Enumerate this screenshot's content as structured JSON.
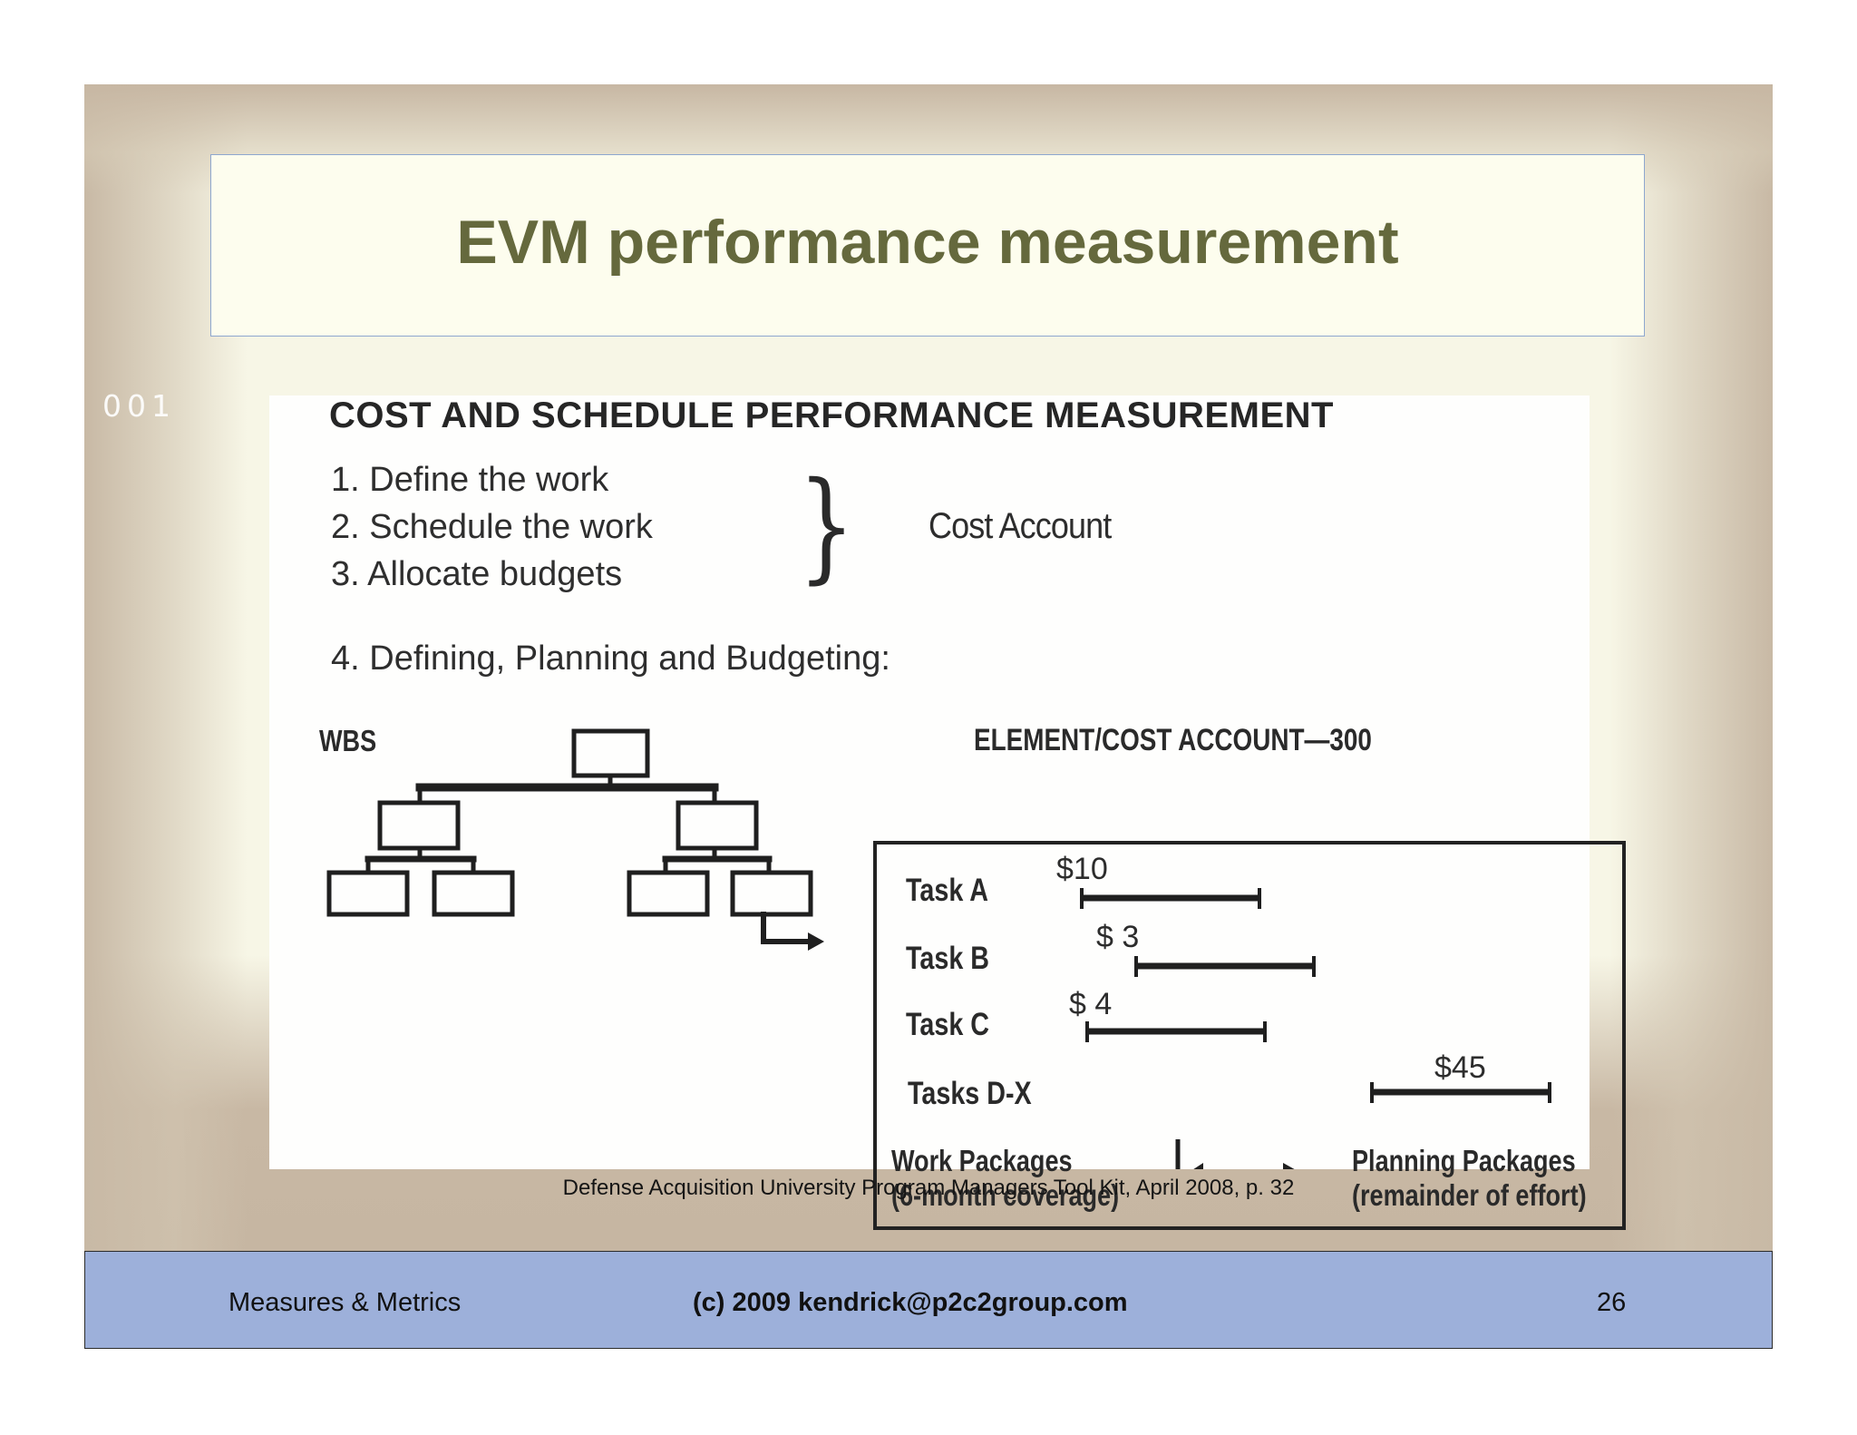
{
  "slide": {
    "title": "EVM performance measurement",
    "marker": "001",
    "citation": "Defense Acquisition University Program Managers Tool Kit, April 2008, p. 32"
  },
  "figure": {
    "heading": "COST AND SCHEDULE PERFORMANCE MEASUREMENT",
    "steps": [
      "1.  Define the work",
      "2.  Schedule the work",
      "3.  Allocate budgets",
      "4.  Defining, Planning and Budgeting:"
    ],
    "brace": "}",
    "cost_account": "Cost Account",
    "wbs_label": "WBS",
    "element_label": "ELEMENT/COST ACCOUNT—300",
    "tasks": [
      {
        "label": "Task  A",
        "amount": "$10"
      },
      {
        "label": "Task  B",
        "amount": "$ 3"
      },
      {
        "label": "Task  C",
        "amount": "$ 4"
      },
      {
        "label": "Tasks  D-X",
        "amount": "$45"
      }
    ],
    "work_packages": {
      "line1": "Work Packages",
      "line2": "(6-month coverage)"
    },
    "planning_packages": {
      "line1": "Planning Packages",
      "line2": "(remainder of effort)"
    }
  },
  "footer": {
    "left": "Measures & Metrics",
    "center": "(c) 2009  kendrick@p2c2group.com",
    "right": "26"
  },
  "colors": {
    "title": "#65693d",
    "footer_bg": "#9db0da",
    "title_box_border": "#8ea7cf"
  }
}
